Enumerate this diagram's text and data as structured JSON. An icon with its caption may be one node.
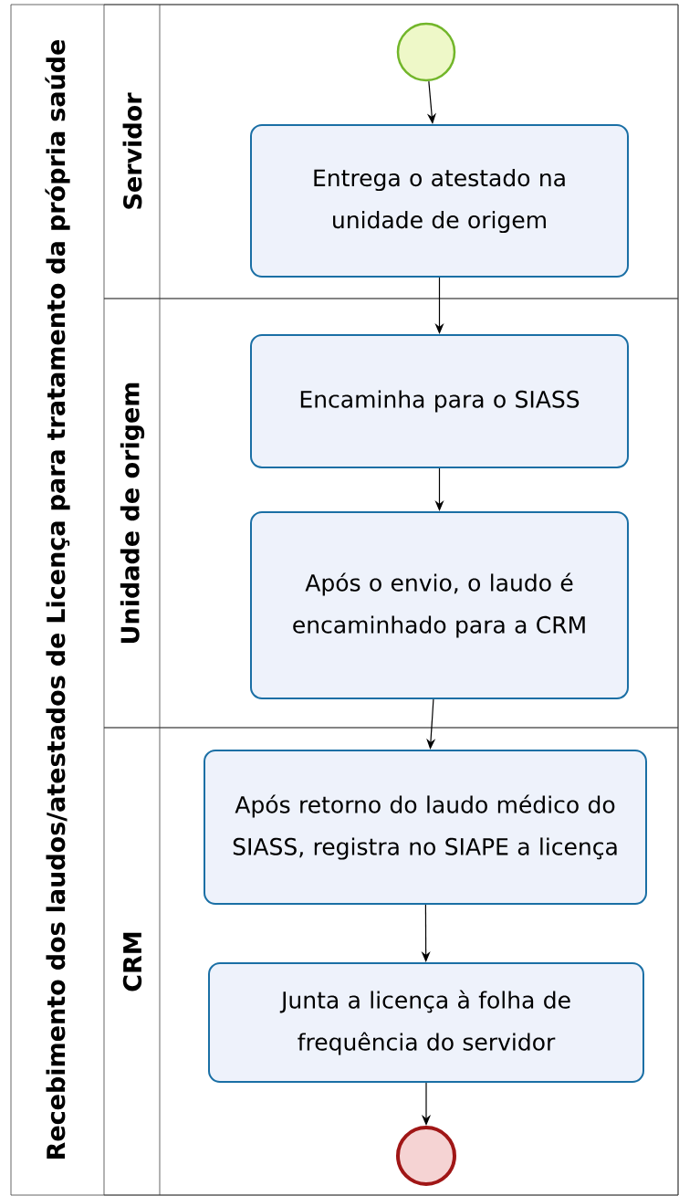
{
  "diagram": {
    "nodes": [
      {
        "text": [
          "Recebimento dos laudos/atestados de Licença para tratamento da própria saúde"
        ]
      },
      {
        "text": [
          "Servidor"
        ],
        "in": 0
      },
      {
        "text": [],
        "shape": "circle",
        "in": 1
      },
      {
        "text": [
          "Entrega o atestado na unidade de origem"
        ],
        "in": 1
      },
      {
        "text": [
          "Unidade de origem"
        ],
        "in": 0
      },
      {
        "text": [
          "Encaminha para o SIASS"
        ],
        "in": 4
      },
      {
        "text": [
          "Após o envio, o laudo é encaminhado para a CRM"
        ],
        "in": 4
      },
      {
        "text": [
          "CRM"
        ],
        "in": 0
      },
      {
        "text": [
          "Após retorno do laudo médico do SIASS, registra no SIAPE a licença"
        ],
        "in": 7
      },
      {
        "text": [
          "Junta a licença à folha de frequência do servidor"
        ],
        "in": 7
      },
      {
        "text": [],
        "shape": "circle",
        "in": 7
      }
    ],
    "edges": [
      {
        "from": 2,
        "to": 3,
        "arrow": "to"
      },
      {
        "from": 3,
        "to": 5,
        "arrow": "to"
      },
      {
        "from": 5,
        "to": 6,
        "arrow": "to"
      },
      {
        "from": 6,
        "to": 8,
        "arrow": "to"
      },
      {
        "from": 8,
        "to": 9,
        "arrow": "to"
      },
      {
        "from": 9,
        "to": 10,
        "arrow": "to"
      }
    ]
  }
}
